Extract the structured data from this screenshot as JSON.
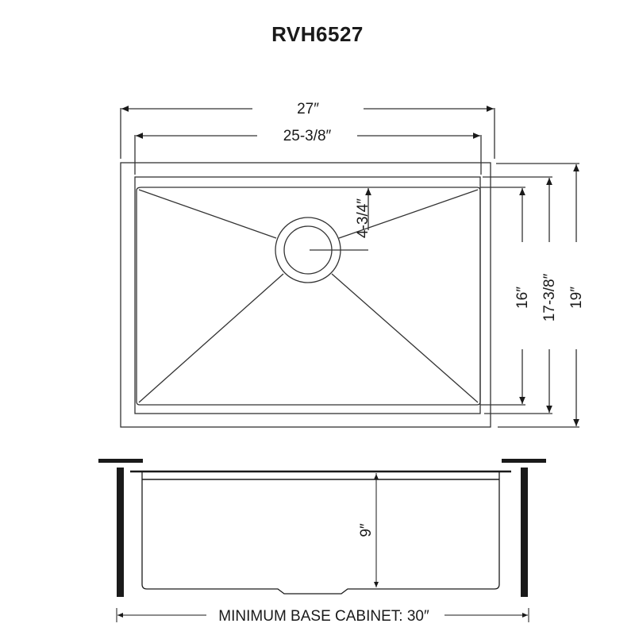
{
  "title": "RVH6527",
  "top_view": {
    "overall_width": "27″",
    "bowl_width": "25-3/8″",
    "drain_offset": "4-3/4″",
    "bowl_depth": "16″",
    "inner_depth": "17-3/8″",
    "overall_depth": "19″"
  },
  "side_view": {
    "basin_depth": "9″",
    "min_cabinet": "MINIMUM BASE CABINET: 30″"
  }
}
